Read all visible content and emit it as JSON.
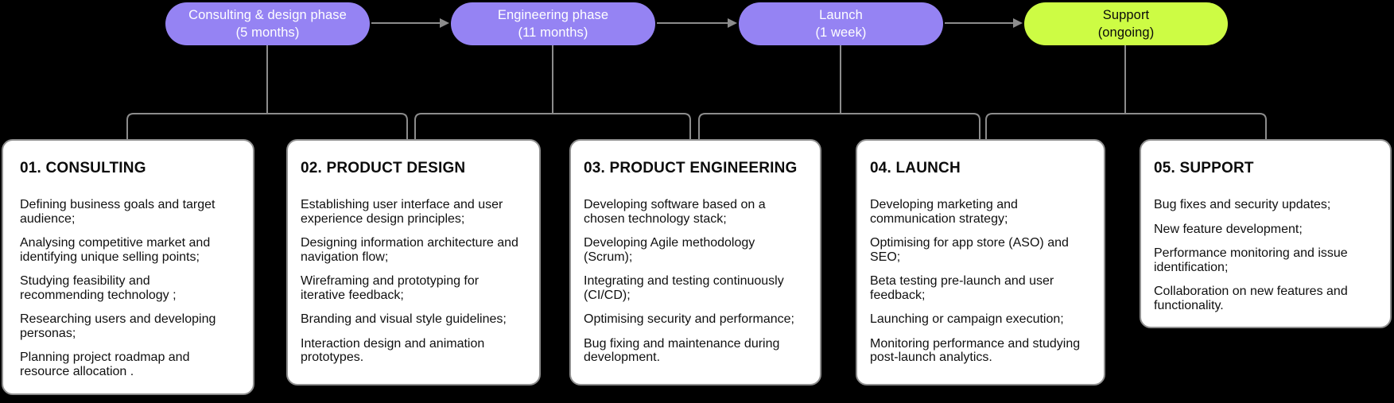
{
  "phases": [
    {
      "name": "Consulting & design phase",
      "duration": "(5 months)"
    },
    {
      "name": "Engineering phase",
      "duration": "(11 months)"
    },
    {
      "name": "Launch",
      "duration": "(1 week)"
    },
    {
      "name": "Support",
      "duration": "(ongoing)"
    }
  ],
  "cards": [
    {
      "title": "01. CONSULTING",
      "items": [
        "Defining business goals and target audience;",
        "Analysing competitive market and identifying unique selling points;",
        "Studying feasibility and recommending technology ;",
        "Researching users and developing personas;",
        "Planning project roadmap and resource allocation ."
      ]
    },
    {
      "title": "02. PRODUCT DESIGN",
      "items": [
        "Establishing user interface and user experience design principles;",
        "Designing information architecture and navigation flow;",
        "Wireframing and prototyping for iterative feedback;",
        "Branding and visual style guidelines;",
        "Interaction design and animation prototypes."
      ]
    },
    {
      "title": "03. PRODUCT ENGINEERING",
      "items": [
        "Developing software based on a chosen technology stack;",
        "Developing Agile methodology (Scrum);",
        "Integrating and testing continuously (CI/CD);",
        "Optimising security and performance;",
        "Bug fixing and maintenance during development."
      ]
    },
    {
      "title": "04. LAUNCH",
      "items": [
        "Developing marketing and communication strategy;",
        "Optimising for app store (ASO) and SEO;",
        "Beta testing pre-launch and user feedback;",
        "Launching or campaign execution;",
        "Monitoring performance and studying post-launch analytics."
      ]
    },
    {
      "title": "05. SUPPORT",
      "items": [
        "Bug fixes and security updates;",
        "New feature development;",
        "Performance monitoring and issue identification;",
        "Collaboration on new features and functionality."
      ]
    }
  ],
  "colors": {
    "background": "#000000",
    "phase_purple": "#9583F3",
    "phase_green": "#CDFC44",
    "phase_text_light": "#FFFFFF",
    "phase_text_dark": "#0A0A0A",
    "connector_gray": "#8C8C8C",
    "card_background": "#FFFFFF",
    "card_border": "#8F8F8F",
    "card_text": "#101010"
  }
}
